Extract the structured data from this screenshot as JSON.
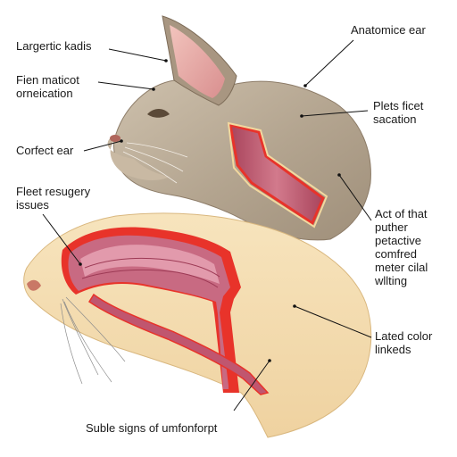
{
  "labels": {
    "largertic_kadis": "Largertic kadis",
    "anatomice_ear": "Anatomice ear",
    "fien_maticot": [
      "Fien maticot",
      "orneication"
    ],
    "plets_ficet": [
      "Plets ficet",
      "sacation"
    ],
    "corfect_ear": "Corfect ear",
    "fleet_resugery": [
      "Fleet resugery",
      "issues"
    ],
    "act_of_that": [
      "Act of that",
      "puther",
      "petactive",
      "comfred",
      "meter cilal",
      "wllting"
    ],
    "lated_color": [
      "Lated color",
      "linkeds"
    ],
    "suble_signs": "Suble signs of umfonforpt"
  },
  "colors": {
    "fur": "#b9aa96",
    "fur_dark": "#9b8b77",
    "skin": "#f3ddb0",
    "canal_red": "#e8332a",
    "canal_pink": "#c0566f",
    "inner_ear": "#e7a8a6",
    "leader": "#111111"
  }
}
